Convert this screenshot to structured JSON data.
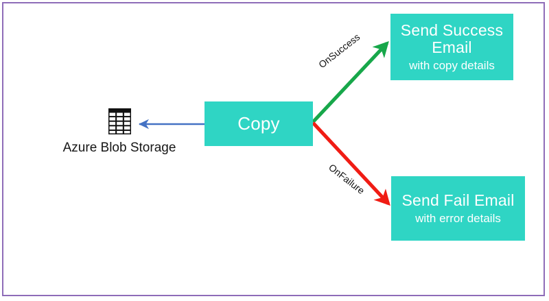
{
  "diagram": {
    "frame_color": "#8e6cb8",
    "background": "#ffffff",
    "node_fill": "#2fd5c4",
    "nodes": {
      "copy": {
        "title": "Copy",
        "subtitle": ""
      },
      "success": {
        "title": "Send Success Email",
        "subtitle": "with copy details"
      },
      "fail": {
        "title": "Send Fail Email",
        "subtitle": "with error details"
      }
    },
    "dataset": {
      "label": "Azure Blob Storage",
      "icon": "table-icon"
    },
    "edges": [
      {
        "id": "copy-to-blob",
        "label": "",
        "color": "#4472c4",
        "from": "copy",
        "to": "dataset"
      },
      {
        "id": "copy-to-success",
        "label": "OnSuccess",
        "color": "#17a74a",
        "from": "copy",
        "to": "success"
      },
      {
        "id": "copy-to-fail",
        "label": "OnFailure",
        "color": "#f01c14",
        "from": "copy",
        "to": "fail"
      }
    ]
  }
}
